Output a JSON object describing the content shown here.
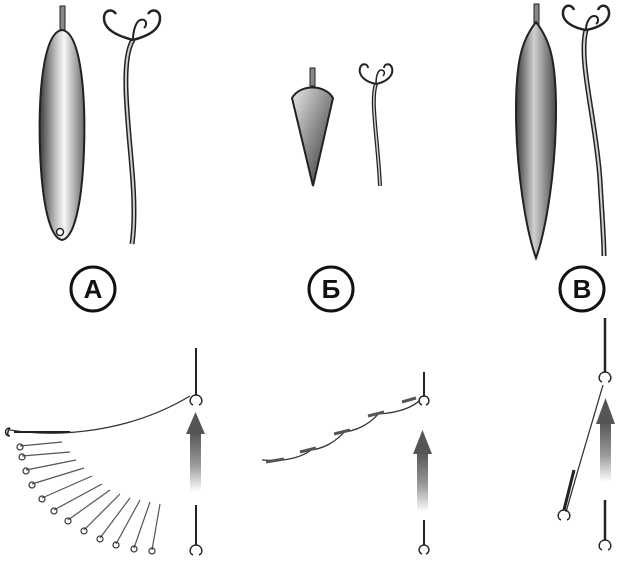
{
  "labels": {
    "a": "А",
    "b": "Б",
    "v": "В"
  },
  "icons": {
    "spoon_lure": "spoon-lure-icon",
    "hook": "treble-hook-icon",
    "arrow": "upward-arrow-icon"
  },
  "colors": {
    "outline": "#222222",
    "metal_light": "#f4f4f4",
    "metal_dark": "#555555",
    "arrow_dark": "#555555",
    "background": "#ffffff"
  }
}
